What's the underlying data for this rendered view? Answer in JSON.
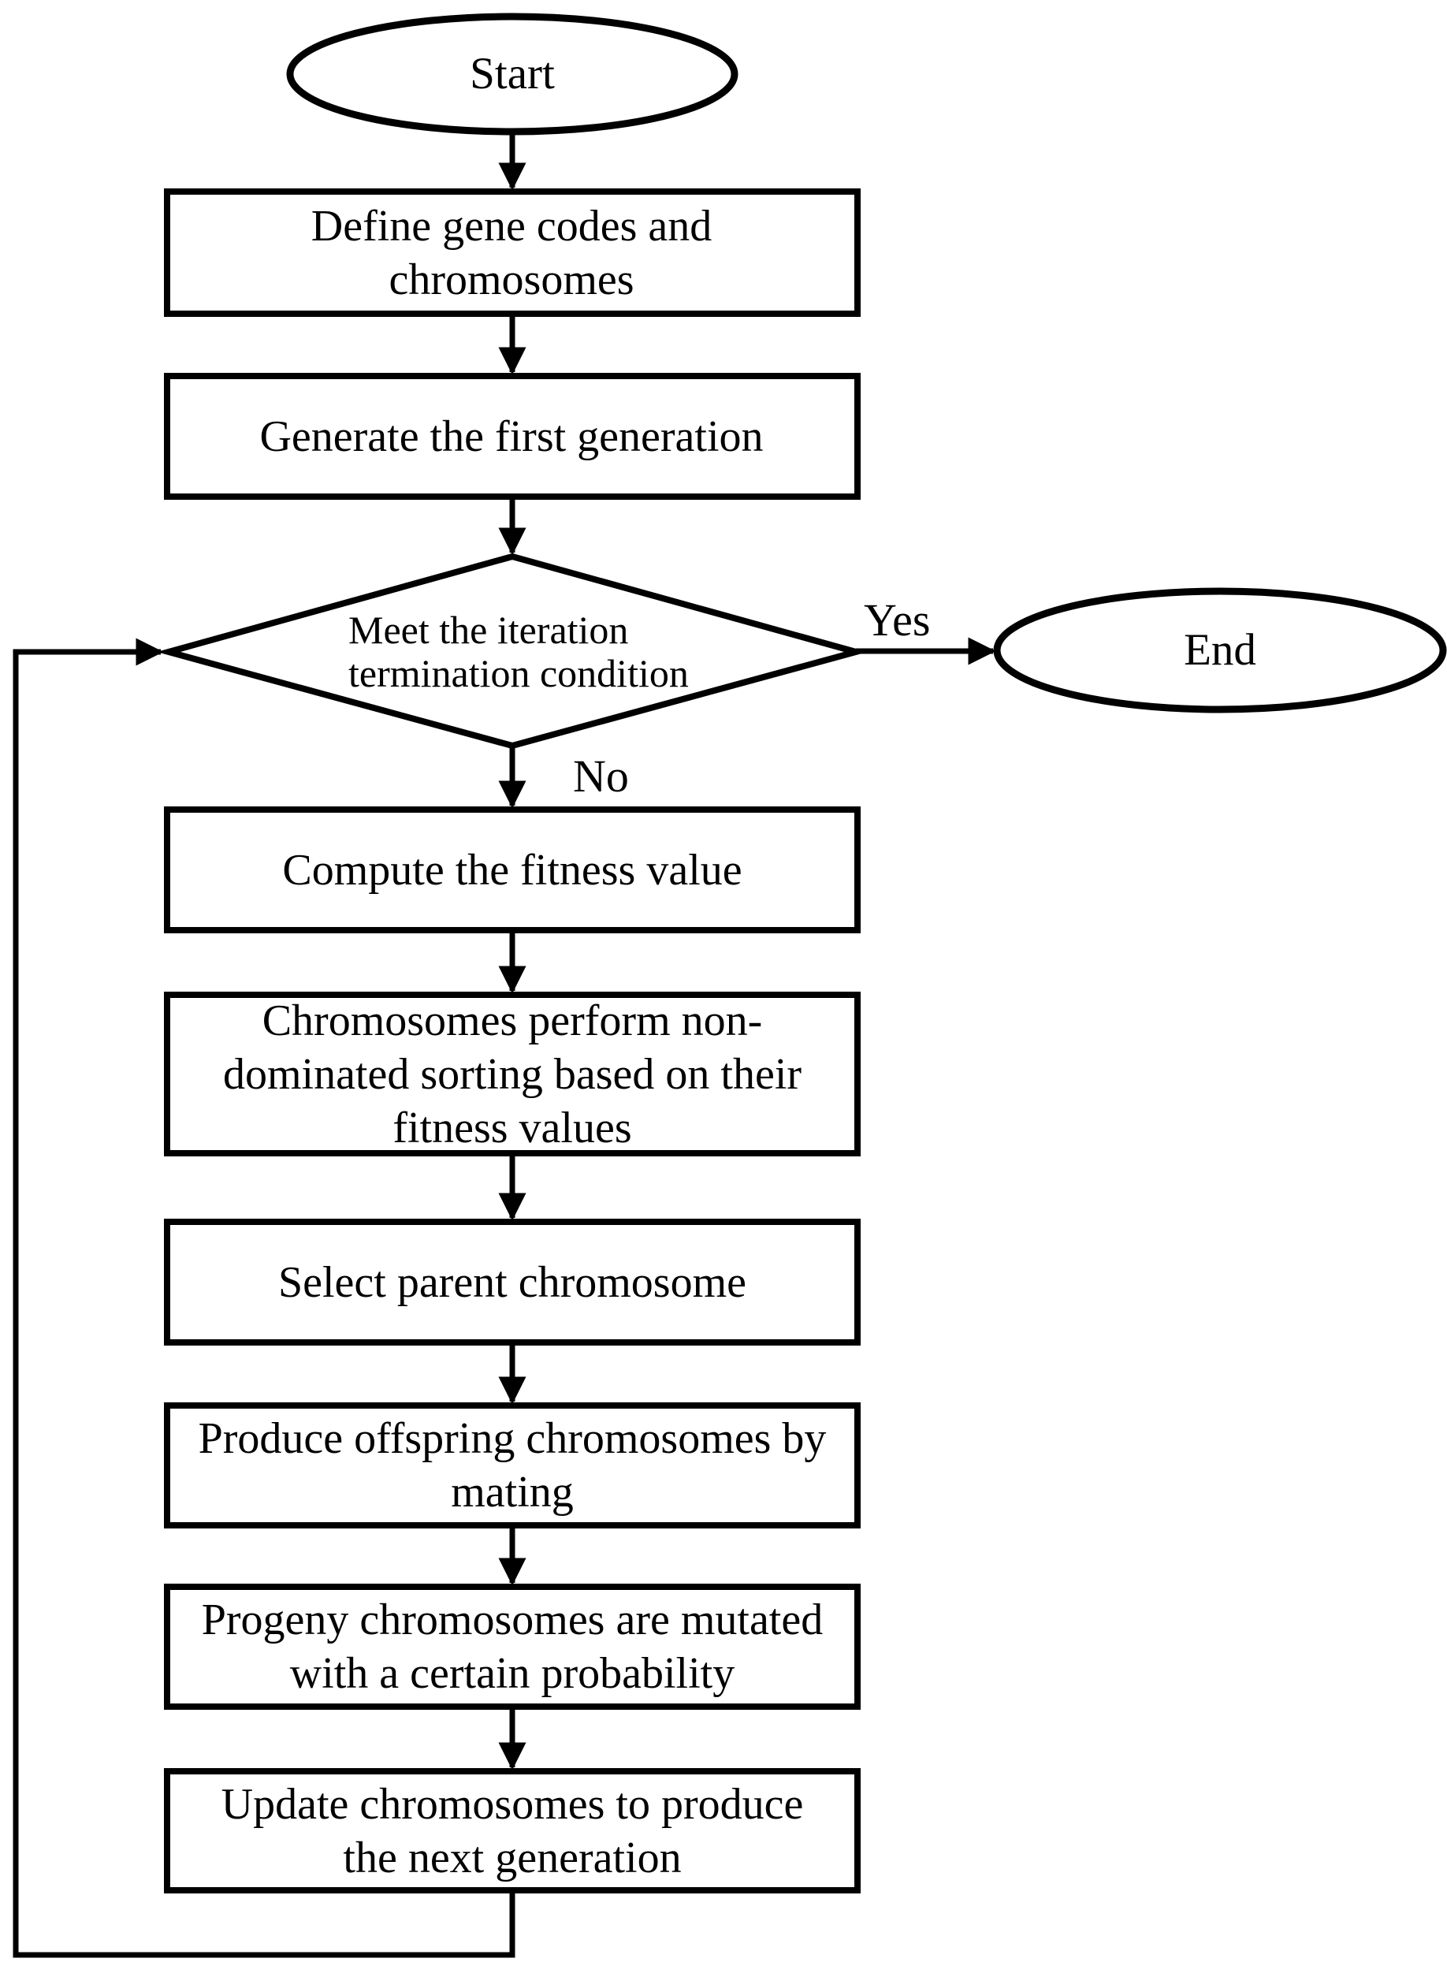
{
  "nodes": {
    "start": {
      "label": "Start",
      "type": "terminator"
    },
    "define_genes": {
      "label": "Define gene codes and\nchromosomes",
      "type": "process"
    },
    "generate_first_generation": {
      "label": "Generate the first generation",
      "type": "process"
    },
    "iteration_check": {
      "label": "Meet the iteration\ntermination condition",
      "type": "decision"
    },
    "end": {
      "label": "End",
      "type": "terminator"
    },
    "compute_fitness": {
      "label": "Compute the fitness value",
      "type": "process"
    },
    "nondominated_sorting": {
      "label": "Chromosomes perform non-\ndominated sorting based on their\nfitness values",
      "type": "process"
    },
    "select_parent": {
      "label": "Select parent chromosome",
      "type": "process"
    },
    "produce_offspring": {
      "label": "Produce offspring chromosomes by\nmating",
      "type": "process"
    },
    "mutate_progeny": {
      "label": "Progeny chromosomes are mutated\nwith a certain probability",
      "type": "process"
    },
    "update_chromosomes": {
      "label": "Update chromosomes to produce\nthe next generation",
      "type": "process"
    }
  },
  "edge_labels": {
    "yes": "Yes",
    "no": "No"
  },
  "colors": {
    "stroke": "#000000",
    "node_fill": "#ffffff",
    "background": "#ffffff"
  }
}
